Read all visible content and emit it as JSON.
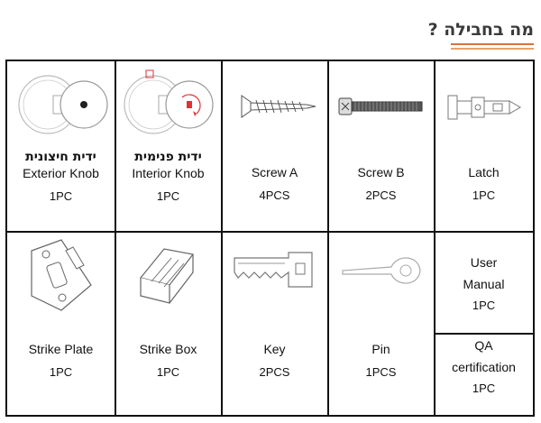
{
  "header": {
    "title": "מה בחבילה ?"
  },
  "items": [
    {
      "hebrew": "ידית חיצונית",
      "name": "Exterior Knob",
      "qty": "1PC",
      "icon": "exterior-knob-icon"
    },
    {
      "hebrew": "ידית פנימית",
      "name": "Interior Knob",
      "qty": "1PC",
      "icon": "interior-knob-icon"
    },
    {
      "name": "Screw A",
      "qty": "4PCS",
      "icon": "screw-a-icon"
    },
    {
      "name": "Screw B",
      "qty": "2PCS",
      "icon": "screw-b-icon"
    },
    {
      "name": "Latch",
      "qty": "1PC",
      "icon": "latch-icon"
    },
    {
      "name": "Strike Plate",
      "qty": "1PC",
      "icon": "strike-plate-icon"
    },
    {
      "name": "Strike Box",
      "qty": "1PC",
      "icon": "strike-box-icon"
    },
    {
      "name": "Key",
      "qty": "2PCS",
      "icon": "key-icon"
    },
    {
      "name": "Pin",
      "qty": "1PCS",
      "icon": "pin-icon"
    },
    {
      "name_line1": "User",
      "name_line2": "Manual",
      "qty": "1PC"
    },
    {
      "name_line1": "QA",
      "name_line2": "certification",
      "qty": "1PC"
    }
  ]
}
